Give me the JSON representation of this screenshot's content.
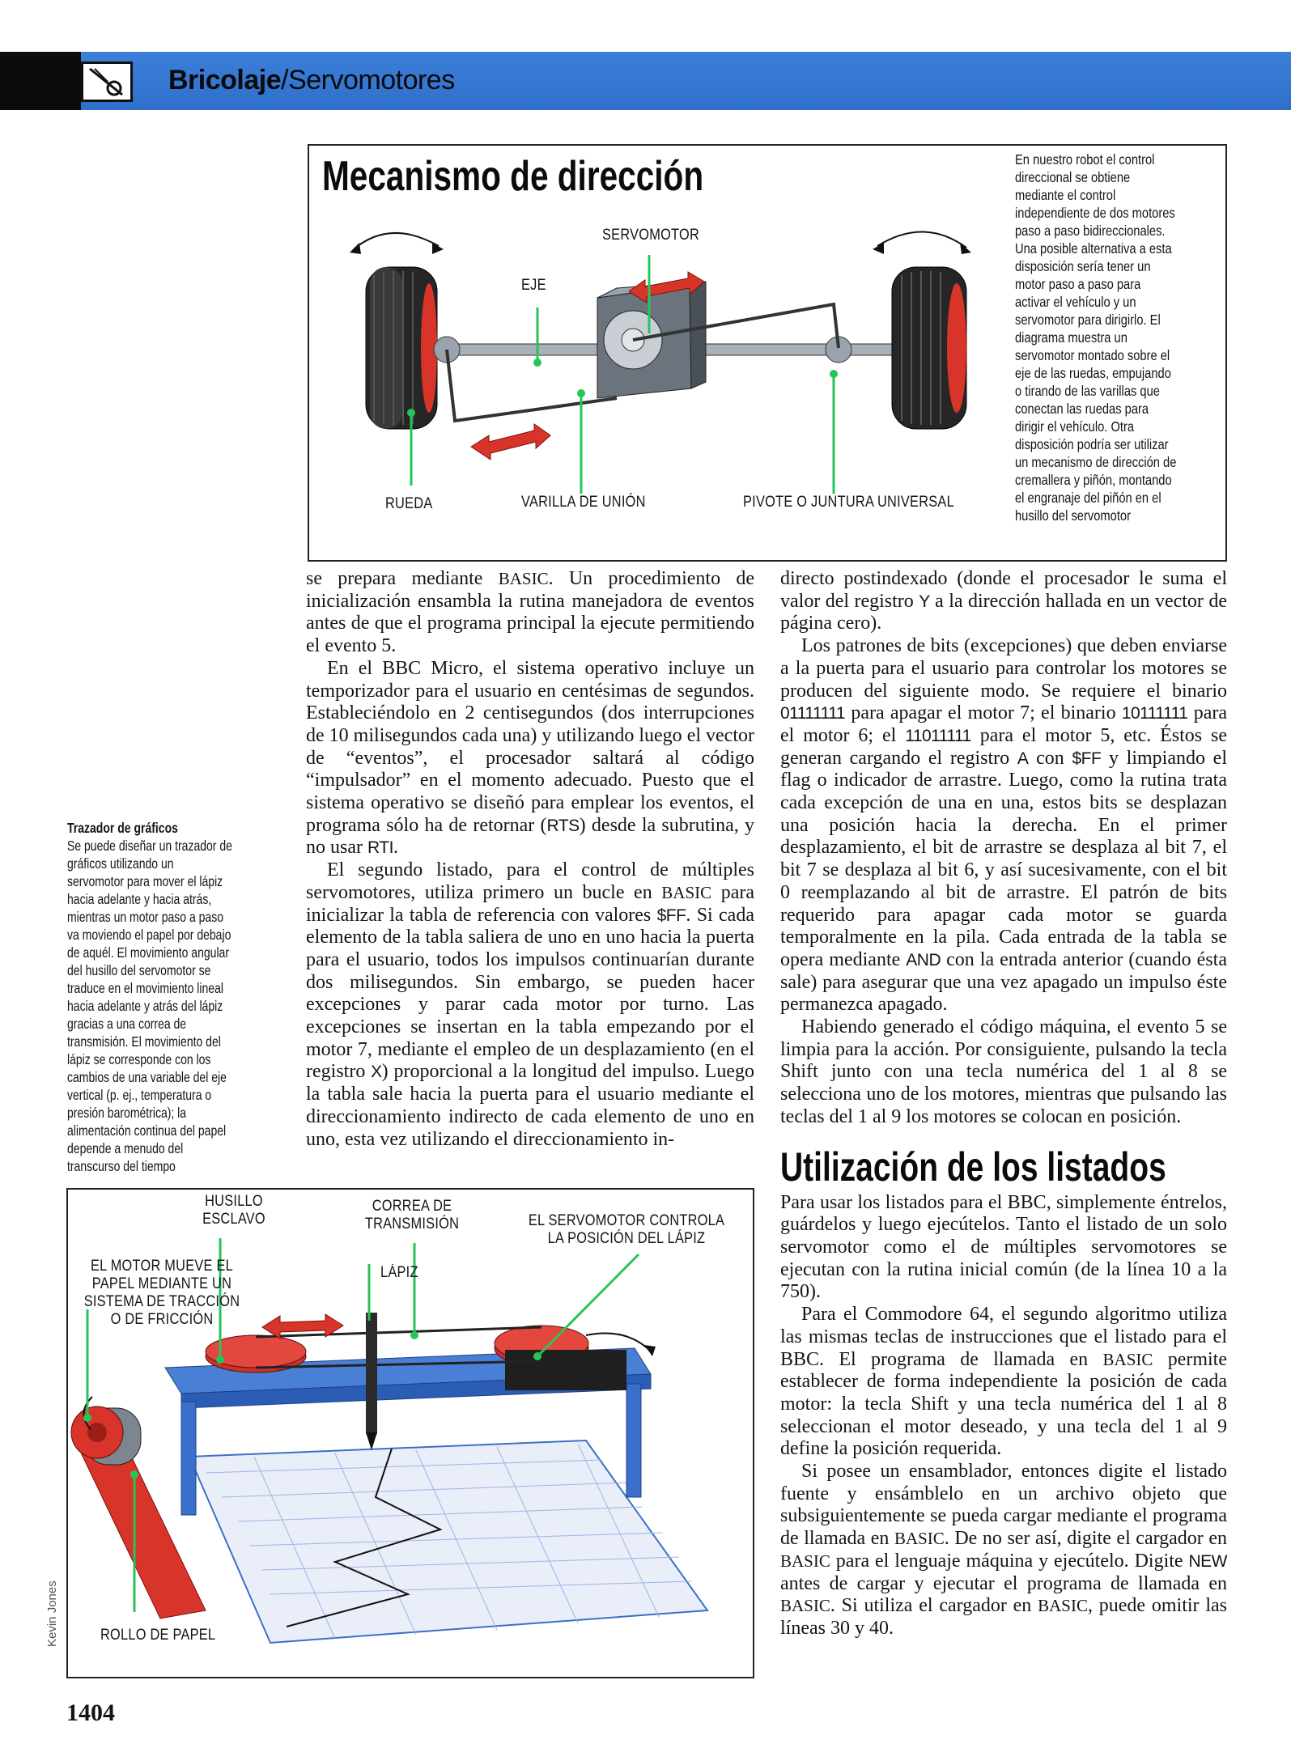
{
  "header": {
    "section": "Bricolaje",
    "subsection": "/Servomotores"
  },
  "figure1": {
    "title": "Mecanismo de dirección",
    "labels": {
      "servomotor": "SERVOMOTOR",
      "eje": "EJE",
      "rueda": "RUEDA",
      "varilla": "VARILLA DE UNIÓN",
      "pivote": "PIVOTE O JUNTURA UNIVERSAL"
    },
    "caption": [
      "En nuestro robot el control",
      "direccional se obtiene",
      "mediante el control",
      "independiente de dos motores",
      "paso a paso bidireccionales.",
      "Una posible alternativa a esta",
      "disposición sería tener un",
      "motor paso a paso para",
      "activar el vehículo y un",
      "servomotor para dirigirlo. El",
      "diagrama muestra un",
      "servomotor montado sobre el",
      "eje de las ruedas, empujando",
      "o tirando de las varillas que",
      "conectan las ruedas para",
      "dirigir el vehículo. Otra",
      "disposición podría ser utilizar",
      "un mecanismo de dirección de",
      "cremallera y piñón, montando",
      "el engranaje del piñón en el",
      "husillo del servomotor"
    ]
  },
  "sidenote": {
    "title": "Trazador de gráficos",
    "lines": [
      "Se puede diseñar un trazador de",
      "gráficos utilizando un",
      "servomotor para mover el lápiz",
      "hacia adelante y hacia atrás,",
      "mientras un motor paso a paso",
      "va moviendo el papel por debajo",
      "de aquél. El movimiento angular",
      "del husillo del servomotor se",
      "traduce en el movimiento lineal",
      "hacia adelante y atrás del lápiz",
      "gracias a una correa de",
      "transmisión. El movimiento del",
      "lápiz se corresponde con los",
      "cambios de una variable del eje",
      "vertical (p. ej., temperatura o",
      "presión barométrica); la",
      "alimentación continua del papel",
      "depende a menudo del",
      "transcurso del tiempo"
    ]
  },
  "col1": {
    "p1": [
      "se prepara mediante ",
      "BASIC",
      ". Un procedimiento de inicialización ensambla la rutina manejadora de eventos antes de que el programa principal la ejecute permitiendo el evento 5."
    ],
    "p2": [
      "En el BBC Micro, el sistema operativo incluye un temporizador para el usuario en centésimas de segundos. Estableciéndolo en 2 centisegundos (dos interrupciones de 10 milisegundos cada una) y utilizando luego el vector de “eventos”, el procesador saltará al código “impulsador” en el momento adecuado. Puesto que el sistema operativo se diseñó para emplear los eventos, el programa sólo ha de retornar (",
      "RTS",
      ") desde la subrutina, y no usar ",
      "RTI",
      "."
    ],
    "p3": [
      "El segundo listado, para el control de múltiples servomotores, utiliza primero un bucle en ",
      "BASIC",
      " para inicializar la tabla de referencia con valores ",
      "$FF",
      ". Si cada elemento de la tabla saliera de uno en uno hacia la puerta para el usuario, todos los impulsos continuarían durante dos milisegundos. Sin embargo, se pueden hacer excepciones y parar cada motor por turno. Las excepciones se insertan en la tabla empezando por el motor 7, mediante el empleo de un desplazamiento (en el registro ",
      "X",
      ") proporcional a la longitud del impulso. Luego la tabla sale hacia la puerta para el usuario mediante el direccionamiento indirecto de cada elemento de uno en uno, esta vez utilizando el direccionamiento in-"
    ]
  },
  "col2": {
    "p1": [
      "directo postindexado (donde el procesador le suma el valor del registro ",
      "Y",
      " a la dirección hallada en un vector de página cero)."
    ],
    "p2": [
      "Los patrones de bits (excepciones) que deben enviarse a la puerta para el usuario para controlar los motores se producen del siguiente modo. Se requiere el binario ",
      "01111111",
      " para apagar el motor 7; el binario ",
      "10111111",
      " para el motor 6; el ",
      "11011111",
      " para el motor 5, etc. Éstos se generan cargando el registro ",
      "A",
      " con ",
      "$FF",
      " y limpiando el flag o indicador de arrastre. Luego, como la rutina trata cada excepción de una en una, estos bits se desplazan una posición hacia la derecha. En el primer desplazamiento, el bit de arrastre se desplaza al bit 7, el bit 7 se desplaza al bit 6, y así sucesivamente, con el bit 0 reemplazando al bit de arrastre. El patrón de bits requerido para apagar cada motor se guarda temporalmente en la pila. Cada entrada de la tabla se opera mediante ",
      "AND",
      " con la entrada anterior (cuando ésta sale) para asegurar que una vez apagado un impulso éste permanezca apagado."
    ],
    "p3": "Habiendo generado el código máquina, el evento 5 se limpia para la acción. Por consiguiente, pulsando la tecla Shift junto con una tecla numérica del 1 al 8 se selecciona uno de los motores, mientras que pulsando las teclas del 1 al 9 los motores se colocan en posición.",
    "heading": "Utilización de los listados",
    "p4": "Para usar los listados para el BBC, simplemente éntrelos, guárdelos y luego ejecútelos. Tanto el listado de un solo servomotor como el de múltiples servomotores se ejecutan con la rutina inicial común (de la línea 10 a la 750).",
    "p5": [
      "Para el Commodore 64, el segundo algoritmo utiliza las mismas teclas de instrucciones que el listado para el BBC. El programa de llamada en ",
      "BASIC",
      " permite establecer de forma independiente la posición de cada motor: la tecla Shift y una tecla numérica del 1 al 8 seleccionan el motor deseado, y una tecla del 1 al 9 define la posición requerida."
    ],
    "p6": [
      "Si posee un ensamblador, entonces digite el listado fuente y ensámblelo en un archivo objeto que subsiguientemente se pueda cargar mediante el programa de llamada en ",
      "BASIC",
      ". De no ser así, digite el cargador en ",
      "BASIC",
      " para el lenguaje máquina y ejecútelo. Digite ",
      "NEW",
      " antes de cargar y ejecutar el programa de llamada en ",
      "BASIC",
      ". Si utiliza el cargador en ",
      "BASIC",
      ", puede omitir las líneas 30 y 40."
    ]
  },
  "figure2": {
    "labels": {
      "husillo": [
        "HUSILLO",
        "ESCLAVO"
      ],
      "correa": [
        "CORREA DE",
        "TRANSMISIÓN"
      ],
      "controla": [
        "EL SERVOMOTOR CONTROLA",
        "LA POSICIÓN DEL LÁPIZ"
      ],
      "lapiz": "LÁPIZ",
      "motor": [
        "EL MOTOR MUEVE EL",
        "PAPEL MEDIANTE UN",
        "SISTEMA DE TRACCIÓN",
        "O DE FRICCIÓN"
      ],
      "rollo": "ROLLO DE PAPEL"
    }
  },
  "credit": "Kevin Jones",
  "page_number": "1404"
}
